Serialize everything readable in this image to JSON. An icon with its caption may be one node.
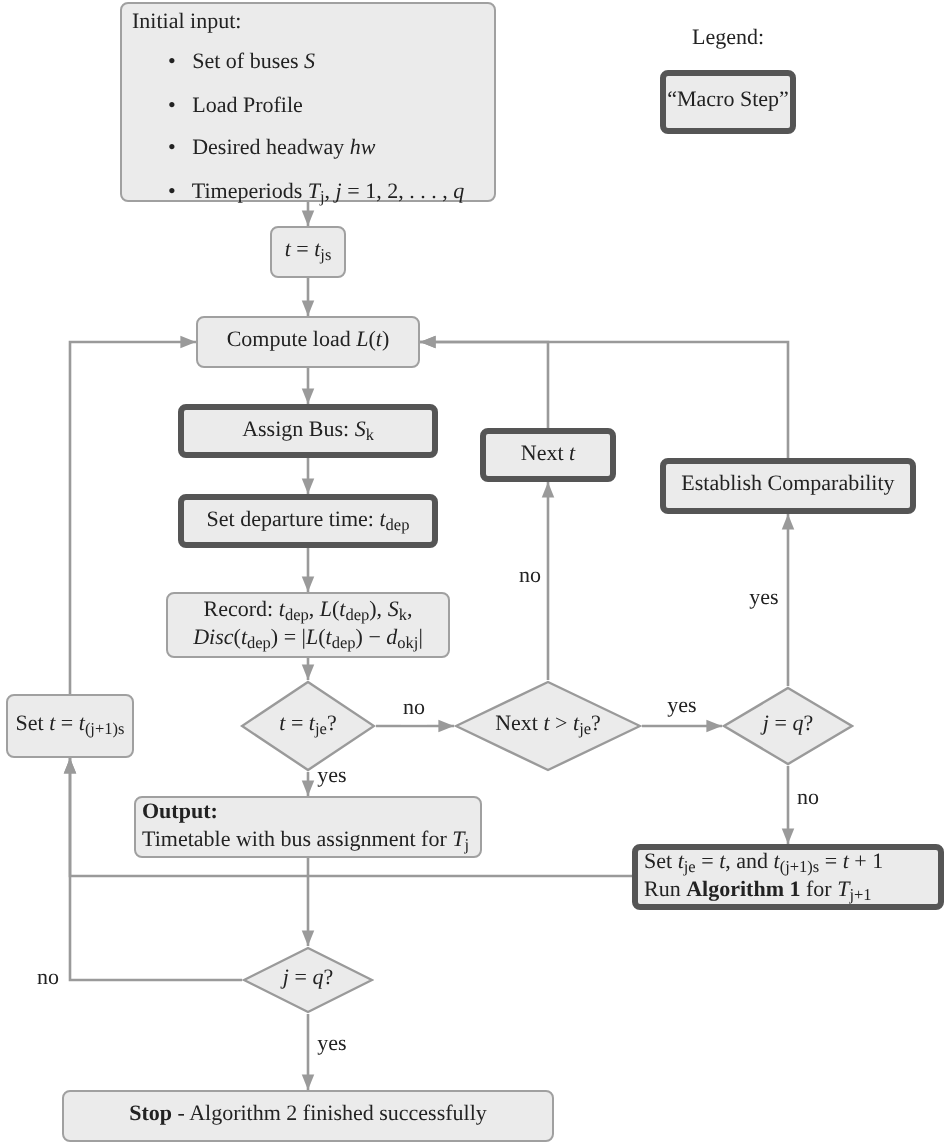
{
  "diagram": {
    "nodes": [
      {
        "text": [
          "Initial input:",
          "•   Set of buses *S*",
          "•   Load Profile",
          "•   Desired headway *hw*",
          "•   Timeperiods *T*$_{j}$, *j* = 1, 2, . . . , *q*"
        ]
      },
      {
        "text": [
          "*t* = *t*$_{js}$"
        ]
      },
      {
        "text": [
          "Compute load *L*(*t*)"
        ]
      },
      {
        "text": [
          "Assign Bus: *S*$_{k}$"
        ]
      },
      {
        "text": [
          "Set departure time: *t*$_{dep}$"
        ]
      },
      {
        "text": [
          "Record: *t*$_{dep}$, *L*(*t*$_{dep}$), *S*$_{k}$, *Disc*(*t*$_{dep}$) = |*L*(*t*$_{dep}$) − *d*$_{okj}$|"
        ]
      },
      {
        "text": [
          "*t* = *t*$_{je}$?"
        ]
      },
      {
        "text": [
          "Output:",
          "Timetable with bus assignment for *T*$_{j}$"
        ]
      },
      {
        "text": [
          "*j* = *q*?"
        ]
      },
      {
        "text": [
          "**Stop** - Algorithm 2 finished successfully"
        ]
      },
      {
        "text": [
          "Set *t* = *t*$_{(j+1)s}$"
        ]
      },
      {
        "text": [
          "Next *t*"
        ]
      },
      {
        "text": [
          "Next *t* > *t*$_{je}$?"
        ]
      },
      {
        "text": [
          "*j* = *q*?"
        ]
      },
      {
        "text": [
          "Establish Comparability"
        ]
      },
      {
        "text": [
          "Set *t*$_{je}$ = *t*, and *t*$_{(j+1)s}$ = *t* + 1",
          "Run **Algorithm 1** for *T*$_{j+1}$"
        ]
      }
    ],
    "edges": [
      {
        "from": 0,
        "to": 1,
        "arrow": "to"
      },
      {
        "from": 1,
        "to": 2,
        "arrow": "to"
      },
      {
        "from": 2,
        "to": 3,
        "arrow": "to"
      },
      {
        "from": 3,
        "to": 4,
        "arrow": "to"
      },
      {
        "from": 4,
        "to": 5,
        "arrow": "to"
      },
      {
        "from": 5,
        "to": 6,
        "arrow": "to"
      },
      {
        "from": 6,
        "to": 12,
        "arrow": "to",
        "label": "no"
      },
      {
        "from": 6,
        "to": 7,
        "arrow": "to",
        "label": "yes"
      },
      {
        "from": 12,
        "to": 11,
        "arrow": "to",
        "label": "no"
      },
      {
        "from": 11,
        "to": 2,
        "arrow": "to"
      },
      {
        "from": 12,
        "to": 13,
        "arrow": "to",
        "label": "yes"
      },
      {
        "from": 13,
        "to": 14,
        "arrow": "to",
        "label": "yes"
      },
      {
        "from": 14,
        "to": 2,
        "arrow": "to"
      },
      {
        "from": 13,
        "to": 15,
        "arrow": "to",
        "label": "no"
      },
      {
        "from": 15,
        "to": 10,
        "arrow": "to"
      },
      {
        "from": 7,
        "to": 8,
        "arrow": "to"
      },
      {
        "from": 8,
        "to": 10,
        "arrow": "to",
        "label": "no"
      },
      {
        "from": 8,
        "to": 9,
        "arrow": "to",
        "label": "yes"
      },
      {
        "from": 10,
        "to": 2,
        "arrow": "to"
      }
    ],
    "labels": [
      "Legend:"
    ],
    "legend": [
      {
        "text": "“Macro Step”"
      }
    ]
  }
}
